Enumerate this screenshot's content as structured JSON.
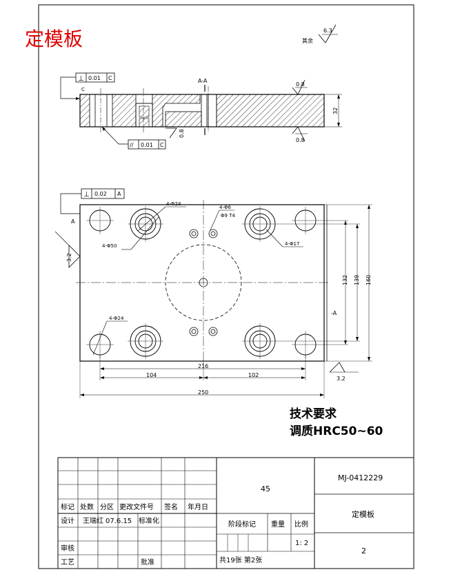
{
  "title_stamp": "定模板",
  "surface_finish_label": "其余",
  "roughness": {
    "other": "6.3",
    "top": "0.8",
    "bottom": "0.8",
    "side": "0.8",
    "left_view": "3.2",
    "right_view": "3.2"
  },
  "section_label": "A-A",
  "tolerance_frames": {
    "section_perp": {
      "symbol": "⊥",
      "value": "0.01",
      "datum": "C"
    },
    "section_parallel": {
      "symbol": "//",
      "value": "0.01",
      "datum": "C"
    },
    "plan_perp": {
      "symbol": "⊥",
      "value": "0.02",
      "datum": "A"
    }
  },
  "datum_c": "C",
  "dimensions": {
    "thickness": "32",
    "width_total": "250",
    "span_216": "216",
    "span_104": "104",
    "span_102": "102",
    "h_132": "132",
    "h_139": "139",
    "h_160": "160"
  },
  "hole_callouts": {
    "phi24_top": "4-Φ24",
    "phi50": "4-Φ50",
    "phi6": "4-Φ6",
    "phi6_depth": "Φ9 T4",
    "phi17": "4-Φ17",
    "phi24_bottom": "4-Φ24"
  },
  "view_marks": {
    "left": "A",
    "right": "-A"
  },
  "tech_requirements": {
    "heading": "技术要求",
    "line1": "调质HRC50~60"
  },
  "title_block": {
    "part_number": "MJ-0412229",
    "part_name": "定模板",
    "material": "45",
    "header": [
      "标记",
      "处数",
      "分区",
      "更改文件号",
      "签名",
      "年月日"
    ],
    "design_label": "设计",
    "designer": "王瑞红",
    "date": "07.6.15",
    "std_label": "标准化",
    "stage_label": "阶段标记",
    "weight_label": "重量",
    "scale_label": "比例",
    "scale": "1: 2",
    "review_label": "审核",
    "process_label": "工艺",
    "approve_label": "批准",
    "sheet_info": "共19张 第2张",
    "sheet_no": "2"
  }
}
